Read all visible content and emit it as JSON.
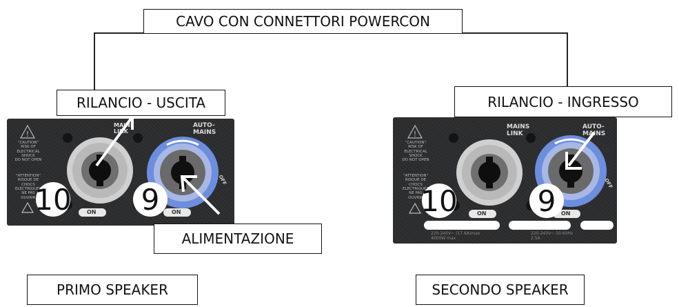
{
  "title": "CAVO CON CONNETTORI POWERCON",
  "callouts": {
    "uscita": "RILANCIO - USCITA",
    "ingresso": "RILANCIO - INGRESSO",
    "alimentazione": "ALIMENTAZIONE"
  },
  "speakers": {
    "primo": "PRIMO SPEAKER",
    "secondo": "SECONDO SPEAKER"
  },
  "panel": {
    "mains_link": "MAINS\nLINK",
    "auto_mains": "AUTO-\nMAINS",
    "caution": "\"CAUTION\"\nRISK OF\nELECTRICAL\nSHOCK\nDO NOT OPEN",
    "attention": "\"ATTENTION\"\nRISQUE DE\nCHOCS\nELECTRIQUES\nNE PAS OUVRIR",
    "on": "ON",
    "off": "OFF",
    "number_left": "10",
    "number_right": "9",
    "spec_left": "220-240V~ (17.6A)max\n4000W max",
    "spec_right": "220-240V~ 50-60Hz\n2.5A"
  },
  "colors": {
    "panel": "#2b2c2e",
    "link_connector": "#c8c8c8",
    "mains_connector": "#6f8fe0",
    "line": "#222222"
  }
}
